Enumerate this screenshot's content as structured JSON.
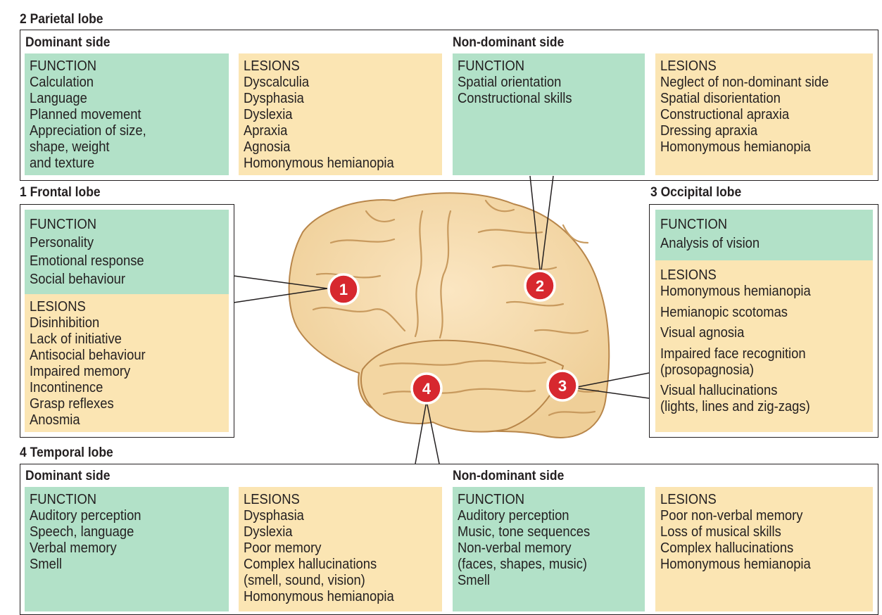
{
  "parietal": {
    "title": "2 Parietal lobe",
    "dominant": {
      "title": "Dominant side",
      "function": {
        "heading": "FUNCTION",
        "items": [
          "Calculation",
          "Language",
          "Planned movement",
          "Appreciation of size,",
          "shape, weight",
          "and texture"
        ]
      },
      "lesions": {
        "heading": "LESIONS",
        "items": [
          "Dyscalculia",
          "Dysphasia",
          "Dyslexia",
          "Apraxia",
          "Agnosia",
          "Homonymous hemianopia"
        ]
      }
    },
    "nondominant": {
      "title": "Non-dominant side",
      "function": {
        "heading": "FUNCTION",
        "items": [
          "Spatial orientation",
          "Constructional skills"
        ]
      },
      "lesions": {
        "heading": "LESIONS",
        "items": [
          "Neglect of non-dominant side",
          "Spatial disorientation",
          "Constructional apraxia",
          "Dressing apraxia",
          "Homonymous hemianopia"
        ]
      }
    }
  },
  "frontal": {
    "title": "1 Frontal lobe",
    "function": {
      "heading": "FUNCTION",
      "items": [
        "Personality",
        "Emotional response",
        "Social behaviour"
      ]
    },
    "lesions": {
      "heading": "LESIONS",
      "items": [
        "Disinhibition",
        "Lack of initiative",
        "Antisocial behaviour",
        "Impaired memory",
        "Incontinence",
        "Grasp reflexes",
        "Anosmia"
      ]
    }
  },
  "occipital": {
    "title": "3 Occipital lobe",
    "function": {
      "heading": "FUNCTION",
      "items": [
        "Analysis of vision"
      ]
    },
    "lesions": {
      "heading": "LESIONS",
      "items": [
        "Homonymous hemianopia",
        "Hemianopic scotomas",
        "Visual agnosia",
        "Impaired face recognition",
        "(prosopagnosia)",
        "Visual hallucinations",
        "(lights, lines and zig-zags)"
      ]
    }
  },
  "temporal": {
    "title": "4 Temporal lobe",
    "dominant": {
      "title": "Dominant side",
      "function": {
        "heading": "FUNCTION",
        "items": [
          "Auditory perception",
          "Speech, language",
          "Verbal memory",
          "Smell"
        ]
      },
      "lesions": {
        "heading": "LESIONS",
        "items": [
          "Dysphasia",
          "Dyslexia",
          "Poor memory",
          "Complex hallucinations",
          "(smell, sound, vision)",
          "Homonymous hemianopia"
        ]
      }
    },
    "nondominant": {
      "title": "Non-dominant side",
      "function": {
        "heading": "FUNCTION",
        "items": [
          "Auditory perception",
          "Music, tone sequences",
          "Non-verbal memory",
          "(faces, shapes, music)",
          "Smell"
        ]
      },
      "lesions": {
        "heading": "LESIONS",
        "items": [
          "Poor non-verbal memory",
          "Loss of musical skills",
          "Complex hallucinations",
          "Homonymous hemianopia"
        ]
      }
    }
  },
  "markers": [
    "1",
    "2",
    "3",
    "4"
  ],
  "colors": {
    "function": "#b2e1c8",
    "lesions": "#fbe5b3",
    "marker": "#d7282f",
    "brain": "#f6dcae"
  }
}
